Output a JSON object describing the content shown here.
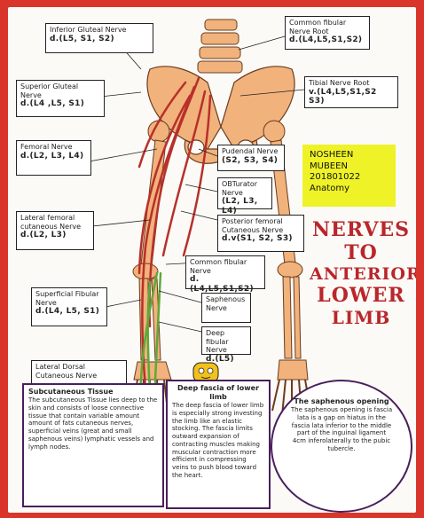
{
  "nerve_labels": {
    "inferior_gluteal": {
      "name": "Inferior Gluteal Nerve",
      "roots": "d.(L5, S1, S2)"
    },
    "superior_gluteal": {
      "name": "Superior Gluteal Nerve",
      "roots": "d.(L4 ,L5, S1)"
    },
    "femoral": {
      "name": "Femoral Nerve",
      "roots": "d.(L2, L3, L4)"
    },
    "lateral_femoral_cutaneous": {
      "name": "Lateral femoral cutaneous Nerve",
      "roots": "d.(L2, L3)"
    },
    "superficial_fibular": {
      "name": "Superficial Fibular Nerve",
      "roots": "d.(L4, L5, S1)"
    },
    "lateral_dorsal_cutaneous": {
      "name": "Lateral Dorsal Cutaneous Nerve",
      "roots": ""
    },
    "common_fibular_root": {
      "name": "Common fibular Nerve Root",
      "roots": "d.(L4,L5,S1,S2)"
    },
    "tibial_root": {
      "name": "Tibial Nerve Root",
      "roots": "v.(L4,L5,S1,S2 S3)"
    },
    "pudendal": {
      "name": "Pudendal Nerve",
      "roots": "(S2, S3, S4)"
    },
    "obturator": {
      "name": "OBTurator Nerve",
      "roots": "(L2, L3, L4)"
    },
    "posterior_femoral_cutaneous": {
      "name": "Posterior femoral Cutaneous Nerve",
      "roots": "d.v(S1, S2, S3)"
    },
    "common_fibular": {
      "name": "Common fibular Nerve",
      "roots": "d.(L4,L5,S1,S2)"
    },
    "saphenous": {
      "name": "Saphenous Nerve",
      "roots": ""
    },
    "deep_fibular": {
      "name": "Deep fibular Nerve",
      "roots": "d.(L5)"
    }
  },
  "author": {
    "name": "NOSHEEN MUBEEN",
    "id": "201801022",
    "subject": "Anatomy"
  },
  "title_lines": [
    "NERVES",
    "TO",
    "ANTERIOR",
    "LOWER",
    "LIMB"
  ],
  "notes": {
    "subcutaneous": {
      "title": "Subcutaneous Tissue",
      "body": "The subcutaneous Tissue lies deep to the skin and consists of loose connective tissue that contain variable amount amount of fats cutaneous nerves, superficial veins (great and small saphenous veins) lymphatic vessels and lymph nodes."
    },
    "deep_fascia": {
      "title": "Deep fascia of lower limb",
      "body": "The deep fascia of lower limb is especially strong investing the limb like an elastic stocking. The fascia limits outward expansion of contracting muscles making muscular contraction more efficient in compressing veins to push blood toward the heart."
    },
    "saphenous_opening": {
      "title": "The saphenous opening",
      "body": "The saphenous opening is fascia lata is a gap on hiatus in the fascia lata inferior to the middle part of the inguinal ligament 4cm inferolaterally to the pubic tubercle."
    }
  },
  "colors": {
    "nerve_red": "#b8302a",
    "nerve_green": "#5fa83a",
    "bone": "#f1b27c",
    "sheet": "#fbfaf6",
    "border": "#d9352b",
    "title": "#b9262b",
    "highlight": "#eef226",
    "note_purple": "#4a1f5c"
  }
}
